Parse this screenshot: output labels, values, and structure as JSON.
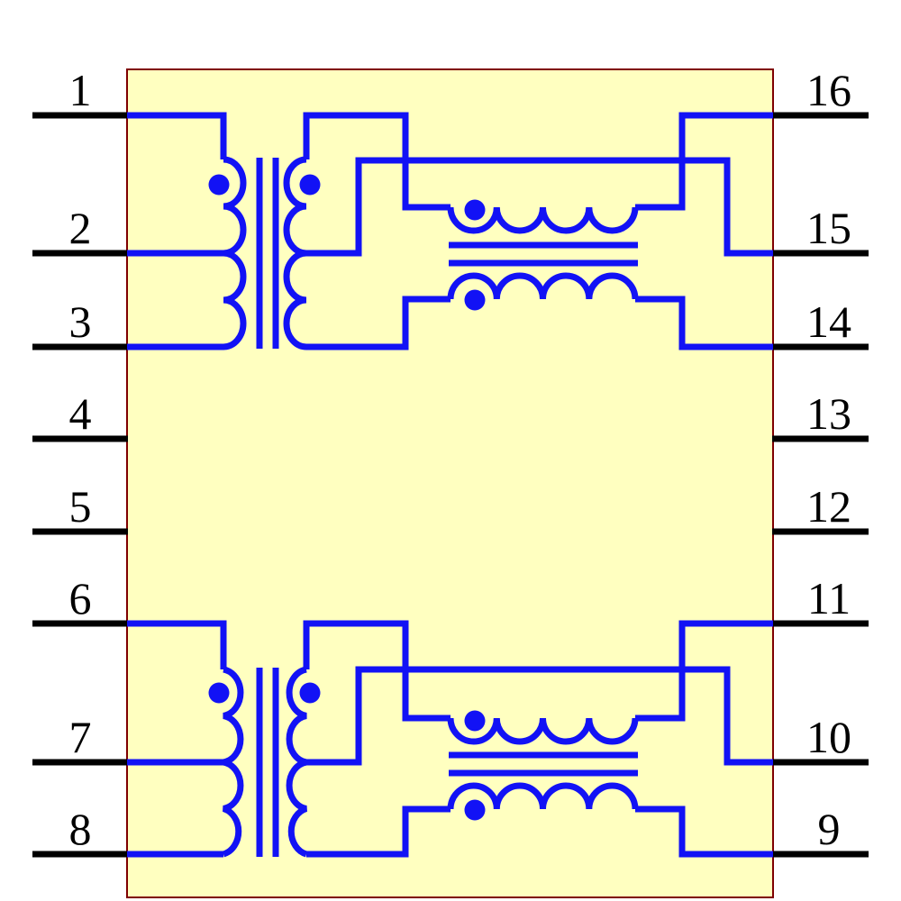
{
  "colors": {
    "body_fill": "#FFFFC0",
    "body_border": "#7F0000",
    "wire": "#1212F5",
    "lead": "#000000"
  },
  "pins": {
    "left": [
      {
        "number": "1"
      },
      {
        "number": "2"
      },
      {
        "number": "3"
      },
      {
        "number": "4"
      },
      {
        "number": "5"
      },
      {
        "number": "6"
      },
      {
        "number": "7"
      },
      {
        "number": "8"
      }
    ],
    "right": [
      {
        "number": "16"
      },
      {
        "number": "15"
      },
      {
        "number": "14"
      },
      {
        "number": "13"
      },
      {
        "number": "12"
      },
      {
        "number": "11"
      },
      {
        "number": "10"
      },
      {
        "number": "9"
      }
    ]
  }
}
